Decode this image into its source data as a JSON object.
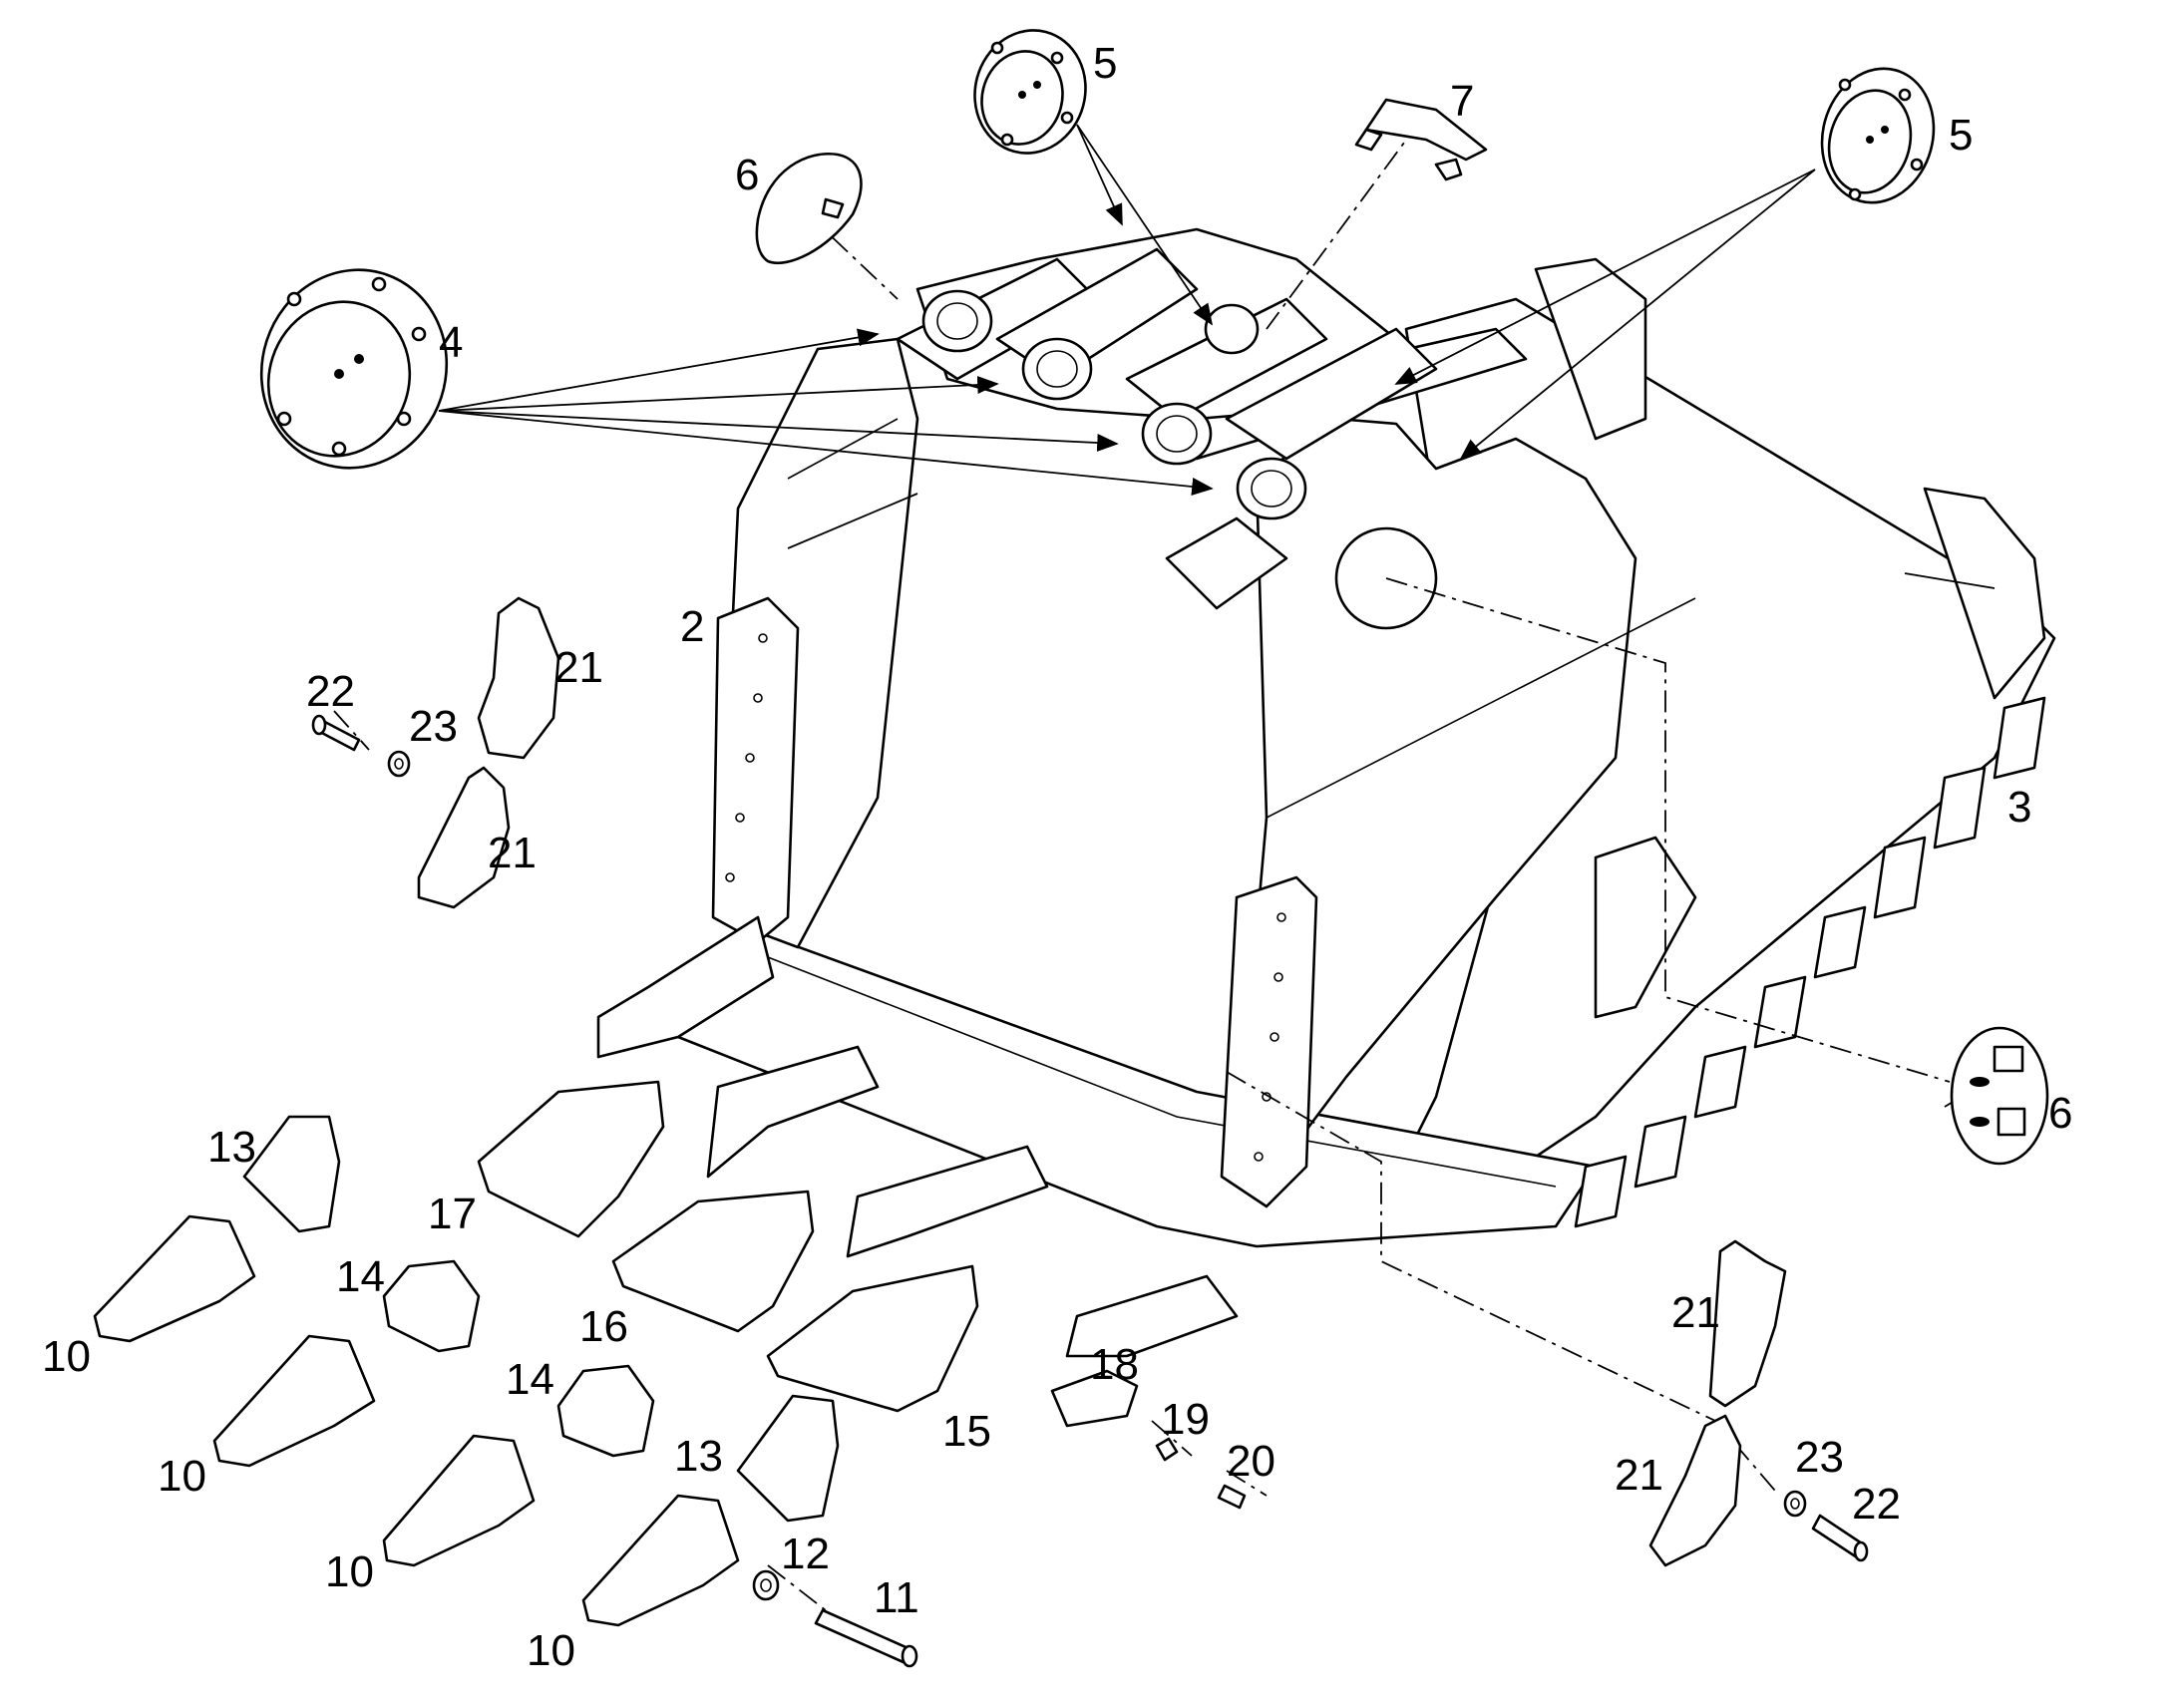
{
  "callouts": {
    "c2": "2",
    "c3": "3",
    "c4": "4",
    "c5a": "5",
    "c5b": "5",
    "c6a": "6",
    "c6b": "6",
    "c7": "7",
    "c10a": "10",
    "c10b": "10",
    "c10c": "10",
    "c10d": "10",
    "c11": "11",
    "c12": "12",
    "c13a": "13",
    "c13b": "13",
    "c14a": "14",
    "c14b": "14",
    "c15": "15",
    "c16": "16",
    "c17": "17",
    "c18": "18",
    "c19": "19",
    "c20": "20",
    "c21a": "21",
    "c21b": "21",
    "c21c": "21",
    "c21d": "21",
    "c22a": "22",
    "c22b": "22",
    "c23a": "23",
    "c23b": "23"
  }
}
